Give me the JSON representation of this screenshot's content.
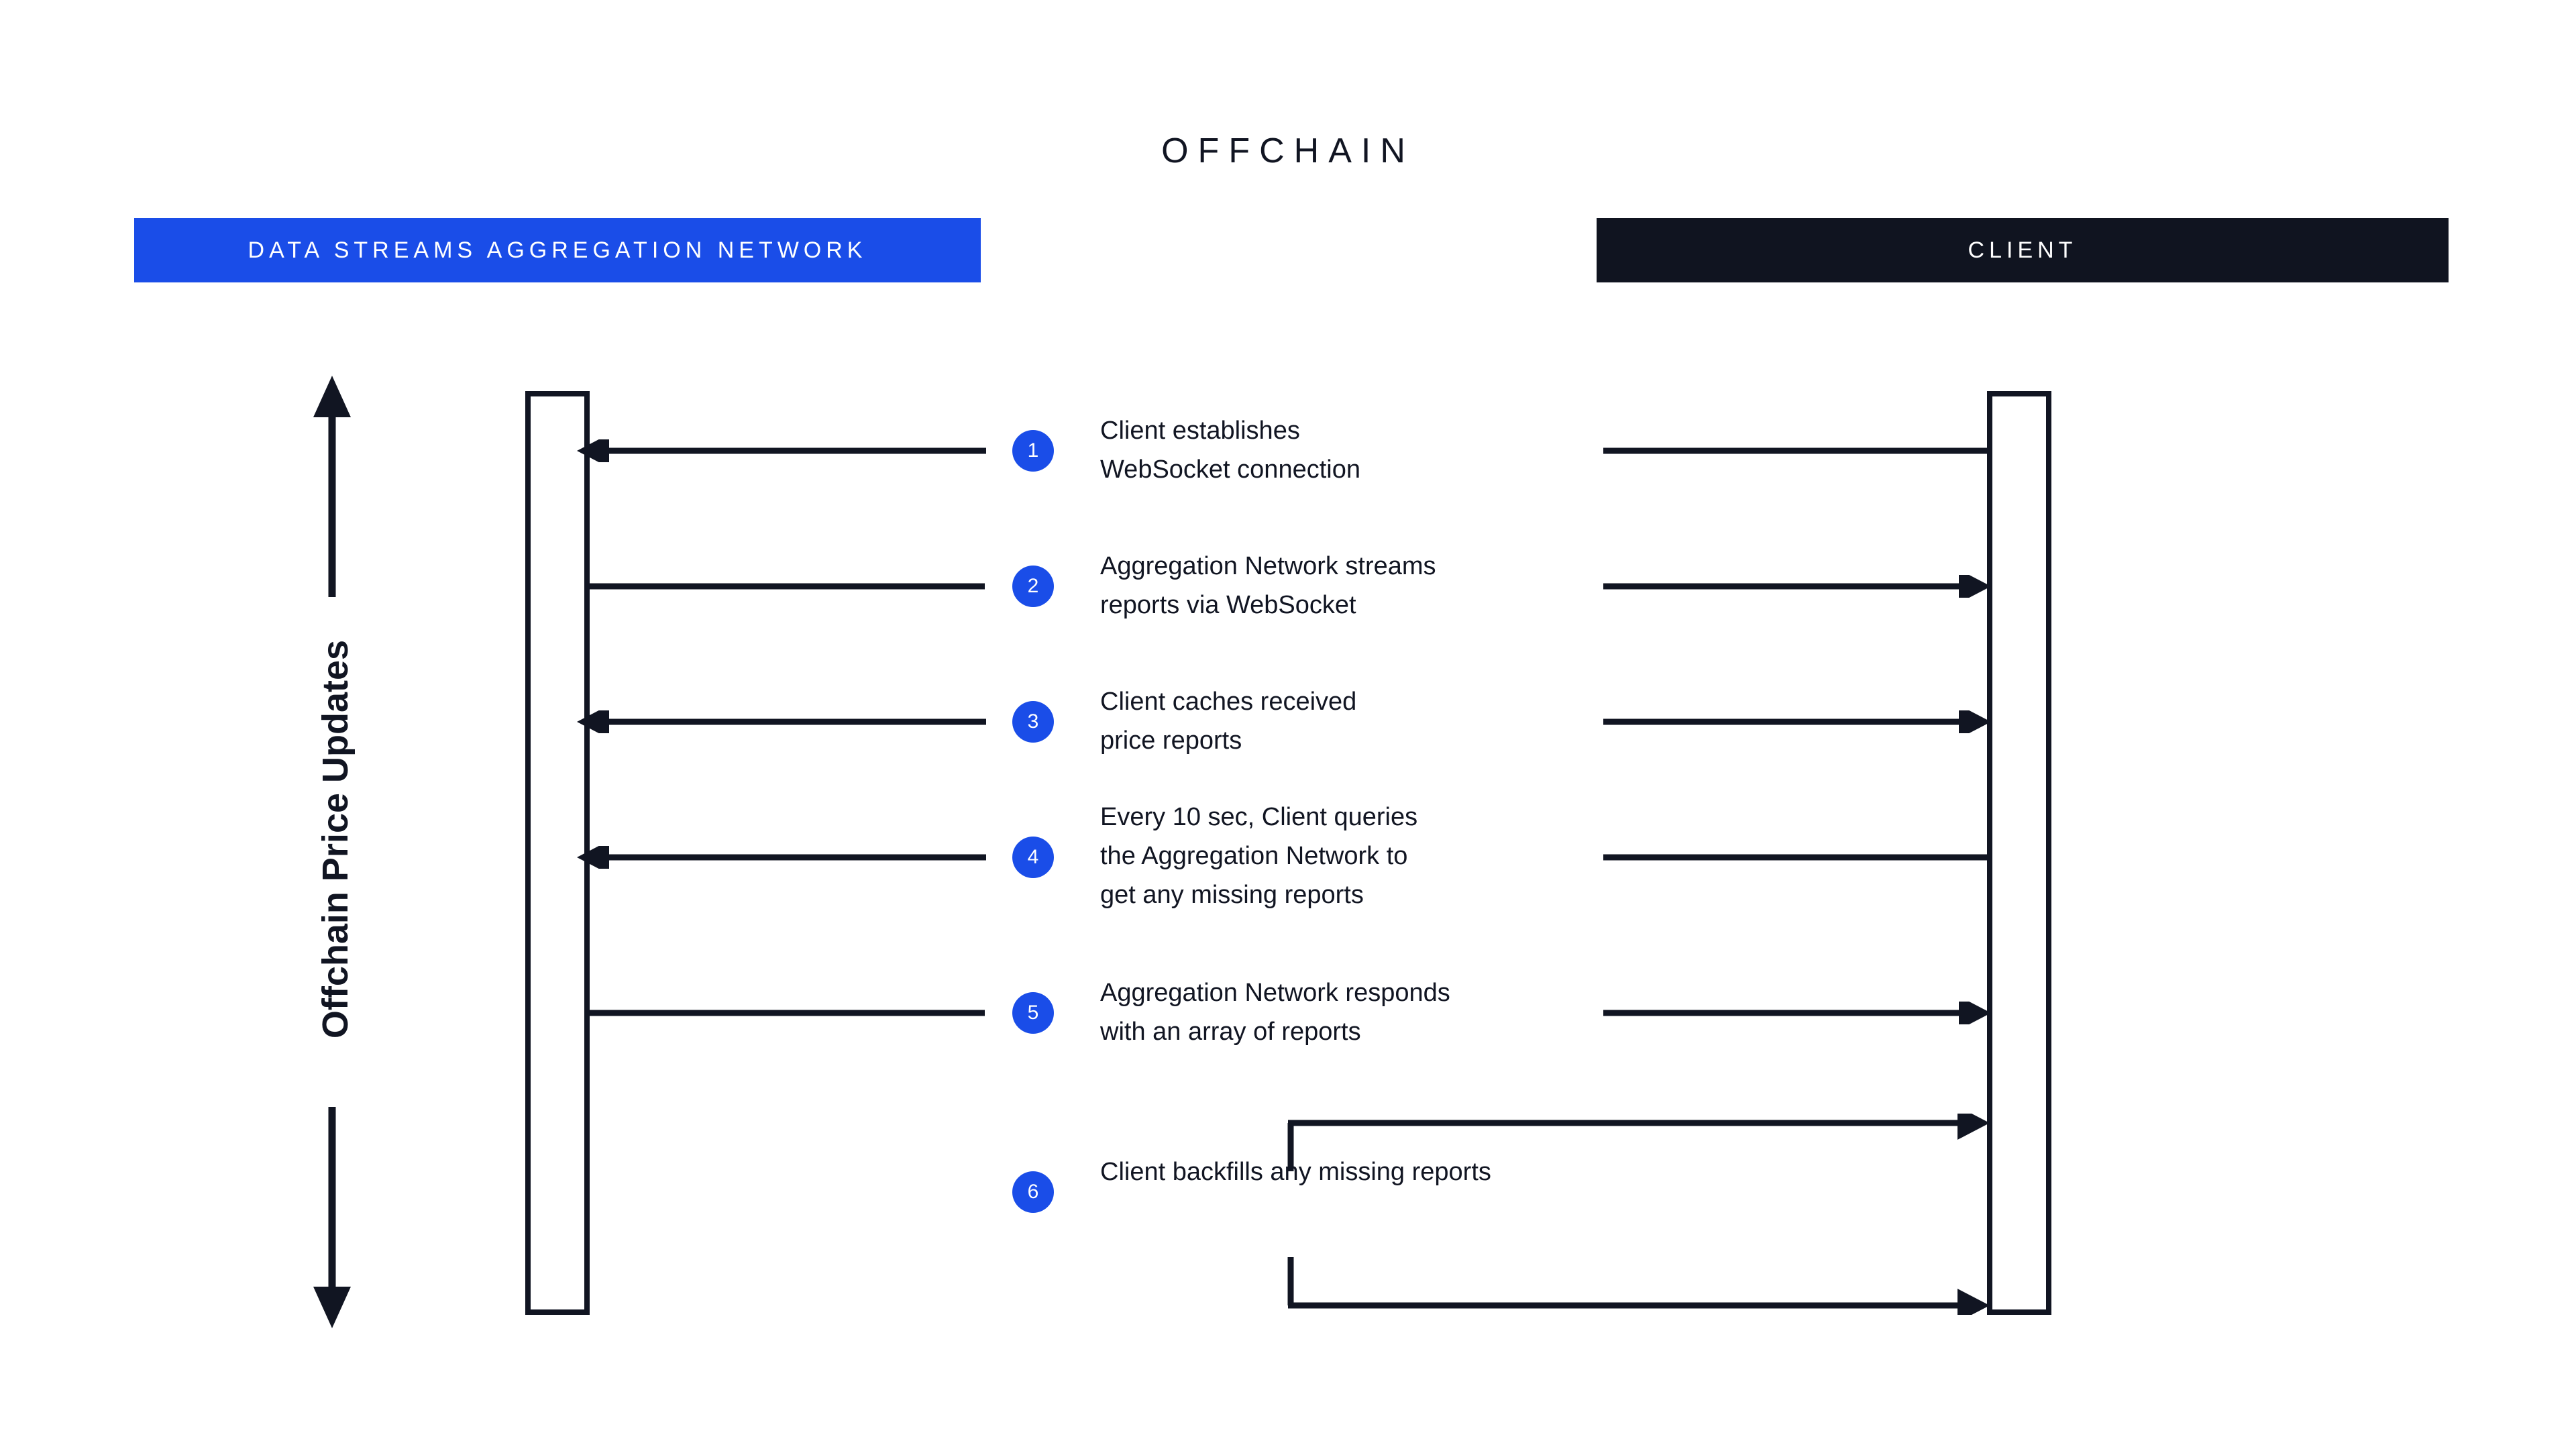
{
  "diagram": {
    "title": "OFFCHAIN",
    "axis_label": "Offchain Price Updates",
    "axis_icon_top": "arrow-up",
    "axis_icon_bottom": "arrow-down",
    "colors": {
      "accent_blue": "#1a4de8",
      "dark": "#111522",
      "header_dark": "#101420",
      "background": "#ffffff"
    },
    "actors": [
      {
        "key": "aggregation",
        "label": "DATA STREAMS AGGREGATION NETWORK",
        "bar_color": "#1a4de8"
      },
      {
        "key": "client",
        "label": "CLIENT",
        "bar_color": "#101420"
      }
    ],
    "steps": [
      {
        "number": "1",
        "text": "Client establishes\nWebSocket connection",
        "left_arrow": "left",
        "right_arrow": "none"
      },
      {
        "number": "2",
        "text": "Aggregation Network streams\nreports via WebSocket",
        "left_arrow": "none",
        "right_arrow": "right"
      },
      {
        "number": "3",
        "text": "Client caches received\nprice reports",
        "left_arrow": "left",
        "right_arrow": "right"
      },
      {
        "number": "4",
        "text": "Every 10 sec, Client queries\nthe Aggregation Network to\nget any missing reports",
        "left_arrow": "left",
        "right_arrow": "none"
      },
      {
        "number": "5",
        "text": "Aggregation Network responds\nwith an array of reports",
        "left_arrow": "none",
        "right_arrow": "right"
      },
      {
        "number": "6",
        "text": "Client backfills any missing reports",
        "left_arrow": "none",
        "right_arrow": "self-loop"
      }
    ]
  }
}
